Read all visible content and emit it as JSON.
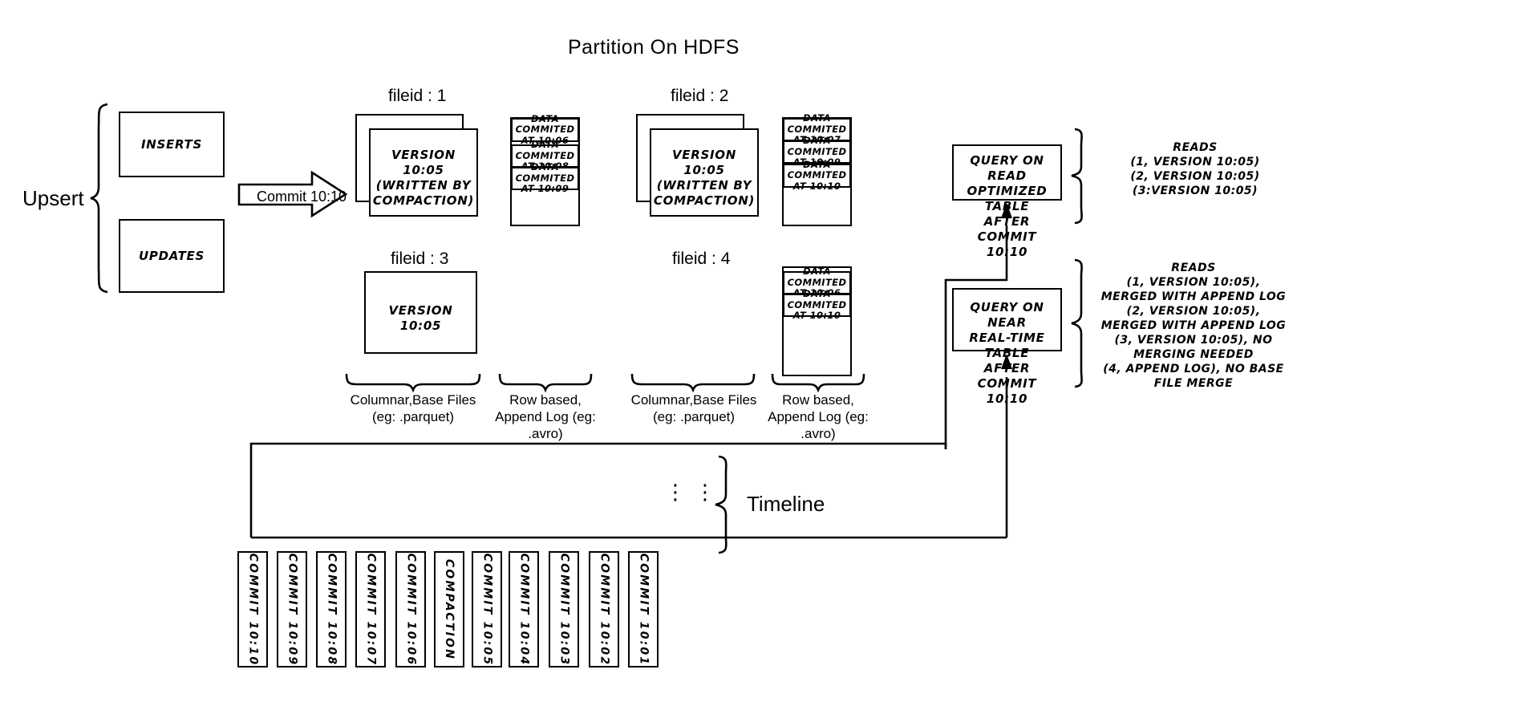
{
  "title": "Partition On HDFS",
  "left": {
    "upsert_label": "Upsert",
    "inserts_label": "INSERTS",
    "updates_label": "UPDATES",
    "commit_arrow_label": "Commit 10:10"
  },
  "filegroups": [
    {
      "id": "fg1",
      "header": "fileid : 1",
      "base_text": "VERSION 10:05\n(WRITTEN BY\nCOMPACTION)",
      "base_line1": "VERSION 10:05",
      "base_line2": "(WRITTEN BY",
      "base_line3": "COMPACTION)",
      "stacked": true,
      "logs": [
        "DATA COMMITED\nAT 10:06",
        "DATA COMMITED\nAT 10:08",
        "DATA COMMITED\nAT 10:09"
      ],
      "log_entries": [
        {
          "l1": "DATA COMMITED",
          "l2": "AT 10:06"
        },
        {
          "l1": "DATA COMMITED",
          "l2": "AT 10:08"
        },
        {
          "l1": "DATA COMMITED",
          "l2": "AT 10:09"
        }
      ]
    },
    {
      "id": "fg2",
      "header": "fileid : 2",
      "base_line1": "VERSION 10:05",
      "base_line2": "(WRITTEN BY",
      "base_line3": "COMPACTION)",
      "stacked": true,
      "log_entries": [
        {
          "l1": "DATA COMMITED",
          "l2": "AT 10:07"
        },
        {
          "l1": "DATA COMMITED",
          "l2": "AT 10:09"
        },
        {
          "l1": "DATA COMMITED",
          "l2": "AT 10:10"
        }
      ]
    },
    {
      "id": "fg3",
      "header": "fileid : 3",
      "base_line1": "VERSION 10:05",
      "base_line2": "",
      "base_line3": "",
      "stacked": false,
      "log_entries": []
    },
    {
      "id": "fg4",
      "header": "fileid : 4",
      "base_line1": "",
      "base_line2": "",
      "base_line3": "",
      "stacked": false,
      "log_entries": [
        {
          "l1": "DATA COMMITED",
          "l2": "AT 10:06"
        },
        {
          "l1": "DATA COMMITED",
          "l2": "AT 10:10"
        }
      ]
    }
  ],
  "brace_captions": {
    "columnar_l1": "Columnar,Base Files",
    "columnar_l2": "(eg: .parquet)",
    "row_l1": "Row based,",
    "row_l2": "Append Log  (eg:",
    "row_l3": ".avro)"
  },
  "queries": [
    {
      "id": "read-optimized",
      "l1": "QUERY ON READ",
      "l2": "OPTIMIZED TABLE",
      "l3": "AFTER COMMIT",
      "l4": "10:10",
      "reads": [
        "READS",
        "(1, VERSION 10:05)",
        "(2, VERSION 10:05)",
        "(3:VERSION 10:05)"
      ]
    },
    {
      "id": "near-real-time",
      "l1": "QUERY ON NEAR",
      "l2": "REAL-TIME TABLE",
      "l3": "AFTER COMMIT",
      "l4": "10:10",
      "reads": [
        "READS",
        "(1, VERSION 10:05),",
        "MERGED WITH APPEND LOG",
        "(2, VERSION 10:05),",
        "MERGED WITH APPEND LOG",
        "(3, VERSION 10:05), NO",
        "MERGING NEEDED",
        "(4, APPEND LOG), NO BASE",
        "FILE MERGE"
      ]
    }
  ],
  "timeline": {
    "label": "Timeline",
    "ellipsis": "⋮",
    "items": [
      "COMMIT  10:10",
      "COMMIT  10:09",
      "COMMIT  10:08",
      "COMMIT  10:07",
      "COMMIT  10:06",
      "COMPACTION",
      "COMMIT  10:05",
      "COMMIT  10:04",
      "COMMIT  10:03",
      "COMMIT  10:02",
      "COMMIT  10:01"
    ]
  },
  "colors": {
    "stroke": "#000000",
    "background": "#ffffff"
  }
}
